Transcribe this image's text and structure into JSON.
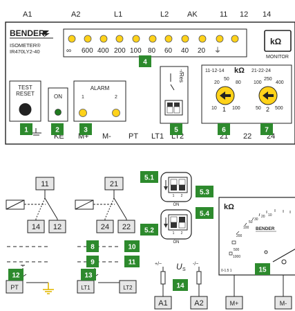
{
  "terminals_top": [
    "A1",
    "A2",
    "L1",
    "L2",
    "AK",
    "11",
    "12",
    "14"
  ],
  "terminals_bottom": [
    "KE",
    "M+",
    "M-",
    "PT",
    "LT1",
    "LT2",
    "21",
    "22",
    "24"
  ],
  "brand": {
    "name": "BENDER",
    "model_line1": "ISOMETER®",
    "model_line2": "IR470LY2-40"
  },
  "monitor": {
    "unit": "kΩ",
    "caption": "MONITOR"
  },
  "led_scale": [
    "∞",
    "600",
    "400",
    "200",
    "100",
    "80",
    "60",
    "40",
    "20",
    "⏚"
  ],
  "test_reset": {
    "line1": "TEST",
    "line2": "RESET"
  },
  "on_label": "ON",
  "alarm": {
    "title": "ALARM",
    "ch1": "1",
    "ch2": "2"
  },
  "res_switch": {
    "label": "-/Res"
  },
  "dial1": {
    "title": "11-12-14",
    "unit": "kΩ",
    "scale": [
      "20",
      "50",
      "80",
      "10",
      "1",
      "100"
    ]
  },
  "dial2": {
    "title": "21-22-24",
    "scale": [
      "100",
      "250",
      "400",
      "50",
      "2",
      "500"
    ]
  },
  "badges": [
    "1",
    "2",
    "3",
    "4",
    "5",
    "6",
    "7",
    "8",
    "9",
    "10",
    "11",
    "12",
    "13",
    "14",
    "15",
    "5.1",
    "5.2",
    "5.3",
    "5.4"
  ],
  "switch_on": "ON",
  "switch_nums": [
    "1",
    "2"
  ],
  "relay_terms": {
    "k1": [
      "11",
      "14",
      "12"
    ],
    "k2": [
      "21",
      "24",
      "22"
    ]
  },
  "supply": {
    "plus": "+/~",
    "minus": "-/~",
    "label": "U",
    "sub": "S",
    "a1": "A1",
    "a2": "A2"
  },
  "buttons": {
    "pt": "PT",
    "lt1": "LT1",
    "lt2": "LT2"
  },
  "meter": {
    "unit": "kΩ",
    "brand": "BENDER",
    "ticks": [
      "1000",
      "500",
      "200",
      "100",
      "50",
      "30",
      "20",
      "10"
    ],
    "foot": "0-1.5 1",
    "mplus": "M+",
    "mminus": "M-"
  },
  "colors": {
    "badge": "#2d8a2d",
    "led": "#ffd21a",
    "led_stroke": "#555",
    "green_led": "#1f7a1f",
    "earth": "#e2b800"
  }
}
